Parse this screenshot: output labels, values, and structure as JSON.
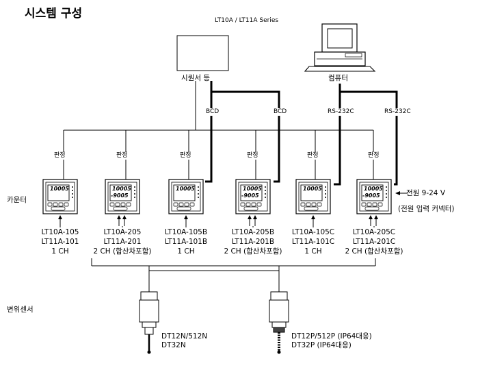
{
  "title": "시스템 구성",
  "series": "LT10A / LT11A Series",
  "sequencer_label": "시퀀서 등",
  "computer_label": "컴퓨터",
  "bus_labels": [
    "BCD",
    "BCD",
    "RS-232C",
    "RS-232C"
  ],
  "row_counter": "카운터",
  "row_sensor": "변위센서",
  "judge_label": "판정",
  "power": {
    "line1": "전원 9-24 V",
    "line2": "(전원 입력 커넥터)"
  },
  "counters": [
    {
      "model1": "LT10A-105",
      "model2": "LT11A-101",
      "ch": "1 CH",
      "judge": "판정",
      "display1": "10005",
      "display2": ""
    },
    {
      "model1": "LT10A-205",
      "model2": "LT11A-201",
      "ch": "2 CH (합산차포함)",
      "judge": "판정",
      "display1": "10005",
      "display2": "-9005"
    },
    {
      "model1": "LT10A-105B",
      "model2": "LT11A-101B",
      "ch": "1 CH",
      "judge": "판정",
      "display1": "10005",
      "display2": ""
    },
    {
      "model1": "LT10A-205B",
      "model2": "LT11A-201B",
      "ch": "2 CH (합산차포함)",
      "judge": "판정",
      "display1": "10005",
      "display2": "-9005"
    },
    {
      "model1": "LT10A-105C",
      "model2": "LT11A-101C",
      "ch": "1 CH",
      "judge": "판정",
      "display1": "10005",
      "display2": ""
    },
    {
      "model1": "LT10A-205C",
      "model2": "LT11A-201C",
      "ch": "2 CH (합산차포함)",
      "judge": "판정",
      "display1": "10005",
      "display2": "-9005"
    }
  ],
  "sensors": [
    {
      "line1": "DT12N/512N",
      "line2": "DT32N"
    },
    {
      "line1": "DT12P/512P (IP64대응)",
      "line2": "DT32P (IP64대응)"
    }
  ]
}
